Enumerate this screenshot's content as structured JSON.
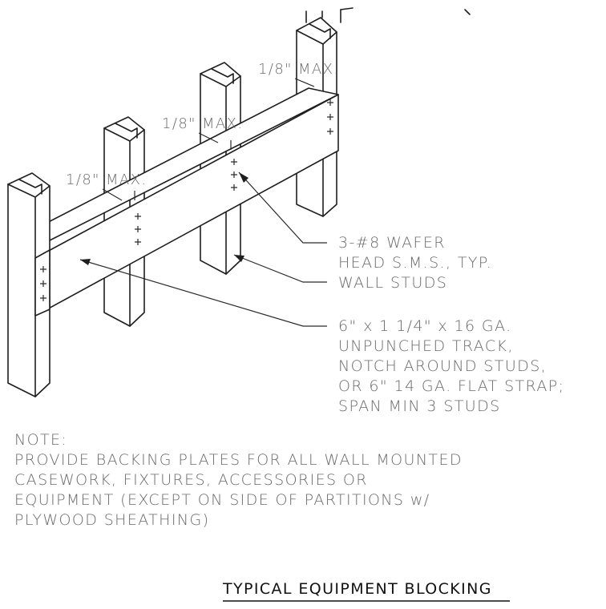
{
  "dims": {
    "max_upper": "1/8\" MAX.",
    "max_middle": "1/8\" MAX.",
    "max_lower": "1/8\" MAX."
  },
  "callouts": {
    "screws": [
      "3-#8 WAFER",
      "HEAD S.M.S., TYP."
    ],
    "studs": "WALL STUDS",
    "track": [
      "6\" x 1 1/4\" x 16 GA.",
      "UNPUNCHED TRACK,",
      "NOTCH AROUND STUDS,",
      "OR 6\" 14 GA. FLAT STRAP;",
      "SPAN MIN 3 STUDS"
    ]
  },
  "note": {
    "heading": "NOTE:",
    "lines": [
      "PROVIDE BACKING PLATES FOR ALL WALL MOUNTED",
      "CASEWORK, FIXTURES, ACCESSORIES OR",
      "EQUIPMENT (EXCEPT ON SIDE OF PARTITIONS w/",
      "PLYWOOD SHEATHING)"
    ]
  },
  "title": "TYPICAL EQUIPMENT BLOCKING"
}
